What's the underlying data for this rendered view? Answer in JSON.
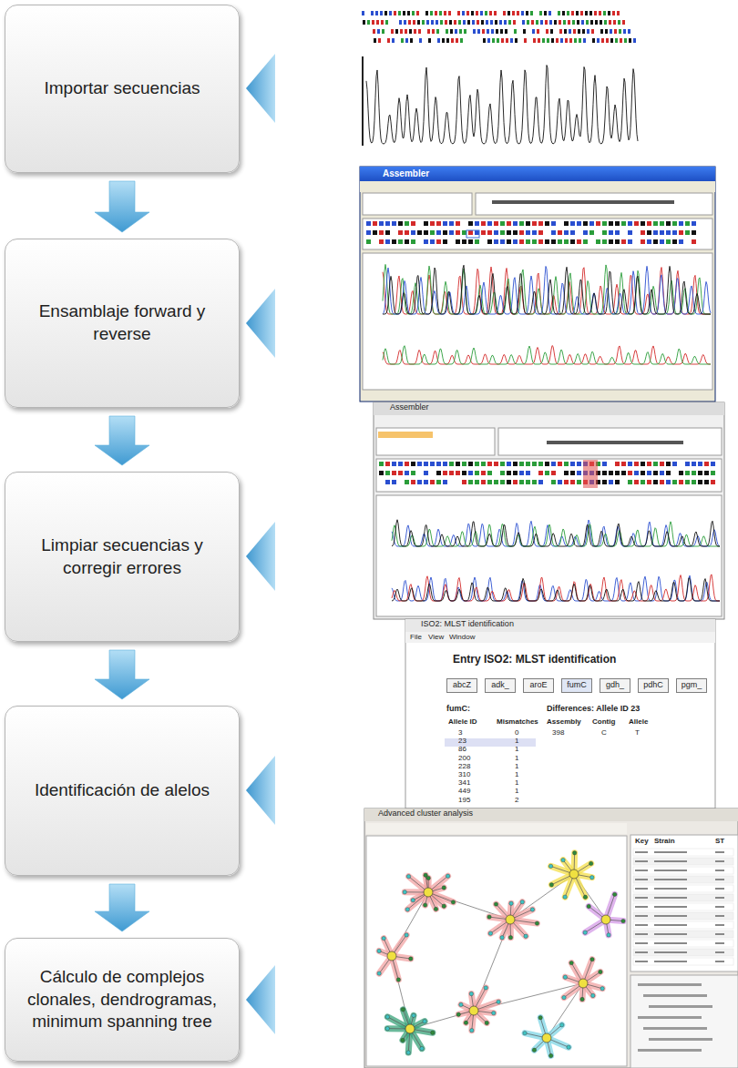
{
  "diagram": {
    "nodes": [
      {
        "text": [
          "Importar secuencias"
        ]
      },
      {
        "text": [
          "Ensamblaje forward y reverse"
        ]
      },
      {
        "text": [
          "Limpiar secuencias y corregir errores"
        ]
      },
      {
        "text": [
          "Identificación de alelos"
        ]
      },
      {
        "text": [
          "Cálculo de complejos clonales, dendrogramas, minimum spanning tree"
        ]
      }
    ],
    "edges": [
      {
        "from": 0,
        "to": 1,
        "arrow": "to"
      },
      {
        "from": 1,
        "to": 2,
        "arrow": "to"
      },
      {
        "from": 2,
        "to": 3,
        "arrow": "to"
      },
      {
        "from": 3,
        "to": 4,
        "arrow": "to"
      }
    ],
    "labels": [
      "Assembler",
      "Assembler",
      "ISO2: MLST identification",
      "File",
      "View",
      "Window",
      "Entry ISO2: MLST identification",
      "abcZ",
      "adk_",
      "aroE",
      "fumC",
      "gdh_",
      "pdhC",
      "pgm_",
      "fumC:",
      "Differences: Allele ID 23",
      "Allele ID",
      "Mismatches",
      "Assembly",
      "Contig",
      "Allele",
      "398",
      "C",
      "T",
      "3",
      "0",
      "23",
      "1",
      "86",
      "1",
      "200",
      "1",
      "228",
      "1",
      "310",
      "1",
      "341",
      "1",
      "449",
      "1",
      "195",
      "2",
      "Advanced cluster analysis",
      "Key",
      "Strain",
      "ST"
    ]
  }
}
